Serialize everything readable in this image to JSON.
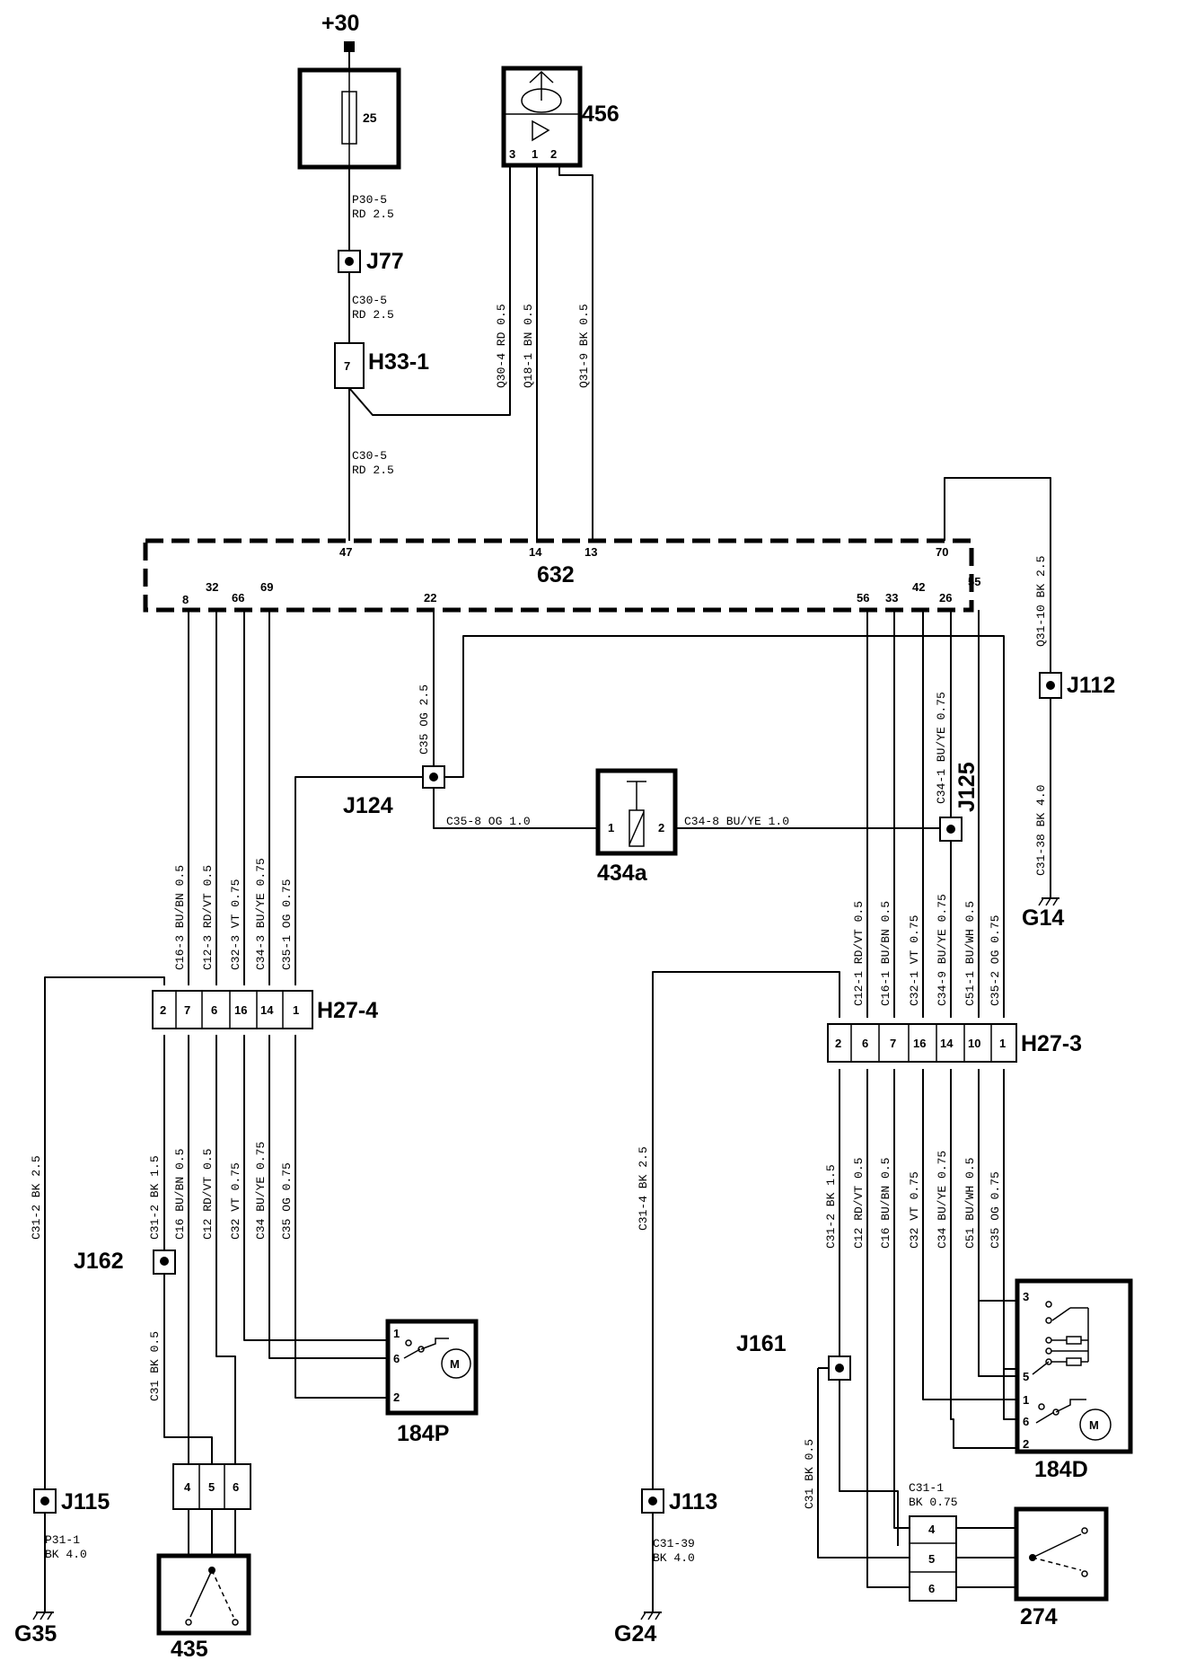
{
  "supply": "+30",
  "components": {
    "fuse": {
      "id": "",
      "value": "25"
    },
    "c456": {
      "id": "456",
      "pins": [
        "3",
        "1",
        "2"
      ]
    },
    "h33": {
      "id": "H33-1",
      "pin": "7"
    },
    "c632": {
      "id": "632",
      "top_pins": [
        "47",
        "14",
        "13",
        "70"
      ],
      "bottom_pins": [
        "8",
        "32",
        "66",
        "69",
        "22",
        "56",
        "33",
        "42",
        "26",
        "55"
      ]
    },
    "c434a": {
      "id": "434a",
      "pins": [
        "1",
        "2"
      ]
    },
    "h274": {
      "id": "H27-4",
      "pins": [
        "2",
        "7",
        "6",
        "16",
        "14",
        "1"
      ]
    },
    "h273": {
      "id": "H27-3",
      "pins": [
        "2",
        "6",
        "7",
        "16",
        "14",
        "10",
        "1"
      ]
    },
    "c184p": {
      "id": "184P",
      "pins": [
        "1",
        "6",
        "2"
      ],
      "motor": "M"
    },
    "c184d": {
      "id": "184D",
      "pins": [
        "3",
        "5",
        "1",
        "6",
        "2"
      ],
      "motor": "M"
    },
    "c435": {
      "id": "435",
      "pins": [
        "4",
        "5",
        "6"
      ]
    },
    "c274": {
      "id": "274",
      "pins": [
        "4",
        "5",
        "6"
      ]
    }
  },
  "junctions": {
    "j77": "J77",
    "j124": "J124",
    "j125": "J125",
    "j112": "J112",
    "j162": "J162",
    "j161": "J161",
    "j115": "J115",
    "j113": "J113"
  },
  "grounds": {
    "g14": "G14",
    "g35": "G35",
    "g24": "G24"
  },
  "wires": {
    "p305": [
      "P30-5",
      "RD 2.5"
    ],
    "c305a": [
      "C30-5",
      "RD 2.5"
    ],
    "c305b": [
      "C30-5",
      "RD 2.5"
    ],
    "q304": "Q30-4  RD 0.5",
    "q181": "Q18-1  BN 0.5",
    "q319": "Q31-9  BK 0.5",
    "q3110": "Q31-10  BK 2.5",
    "c3138": "C31-38  BK 4.0",
    "c35og": "C35  OG 2.5",
    "c358": "C35-8   OG  1.0",
    "c348": "C34-8   BU/YE   1.0",
    "c341": "C34-1  BU/YE 0.75",
    "l_c163": "C16-3  BU/BN  0.5",
    "l_c123": "C12-3  RD/VT  0.5",
    "l_c323": "C32-3  VT  0.75",
    "l_c343": "C34-3  BU/YE  0.75",
    "l_c351": "C35-1  OG 0.75",
    "r_c121": "C12-1  RD/VT  0.5",
    "r_c161": "C16-1  BU/BN  0.5",
    "r_c321": "C32-1  VT  0.75",
    "r_c349": "C34-9  BU/YE  0.75",
    "r_c511": "C51-1  BU/WH  0.5",
    "r_c352": "C35-2  OG 0.75",
    "l_c312a": "C31-2  BK  2.5",
    "l_c312": "C31-2  BK  1.5",
    "l_c16": "C16  BU/BN  0.5",
    "l_c12": "C12  RD/VT  0.5",
    "l_c32": "C32  VT  0.75",
    "l_c34": "C34  BU/YE  0.75",
    "l_c35": "C35  OG 0.75",
    "l_c31": "C31  BK 0.5",
    "p311": [
      "P31-1",
      "BK  4.0"
    ],
    "r_c314": "C31-4  BK  2.5",
    "r_c312": "C31-2  BK  1.5",
    "r_c12": "C12  RD/VT  0.5",
    "r_c16": "C16  BU/BN  0.5",
    "r_c32": "C32  VT  0.75",
    "r_c34": "C34  BU/YE  0.75",
    "r_c51": "C51  BU/WH  0.5",
    "r_c35": "C35  OG  0.75",
    "r_c31": "C31  BK  0.5",
    "c3139": [
      "C31-39",
      "BK  4.0"
    ],
    "c311": [
      "C31-1",
      "BK 0.75"
    ]
  }
}
